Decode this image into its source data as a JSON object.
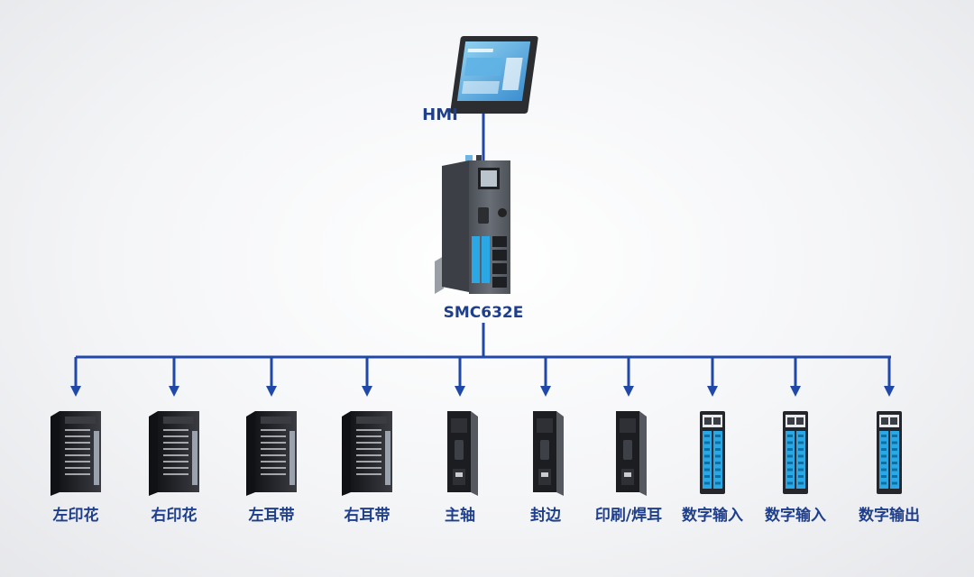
{
  "colors": {
    "connector": "#2048a8",
    "label": "#1f3f8c",
    "device_dark": "#1e1f23",
    "device_grey": "#5b6068",
    "terminal_blue": "#2aa8e6"
  },
  "hmi": {
    "label": "HMI",
    "icon": "touchscreen-hmi-icon"
  },
  "controller": {
    "label": "SMC632E",
    "icon": "motion-controller-icon"
  },
  "devices": [
    {
      "label": "左印花",
      "kind": "stepper-driver"
    },
    {
      "label": "右印花",
      "kind": "stepper-driver"
    },
    {
      "label": "左耳带",
      "kind": "stepper-driver"
    },
    {
      "label": "右耳带",
      "kind": "stepper-driver"
    },
    {
      "label": "主轴",
      "kind": "servo-drive"
    },
    {
      "label": "封边",
      "kind": "servo-drive"
    },
    {
      "label": "印刷/焊耳",
      "kind": "servo-drive"
    },
    {
      "label": "数字输入",
      "kind": "io-module"
    },
    {
      "label": "数字输入",
      "kind": "io-module"
    },
    {
      "label": "数字输出",
      "kind": "io-module"
    }
  ]
}
